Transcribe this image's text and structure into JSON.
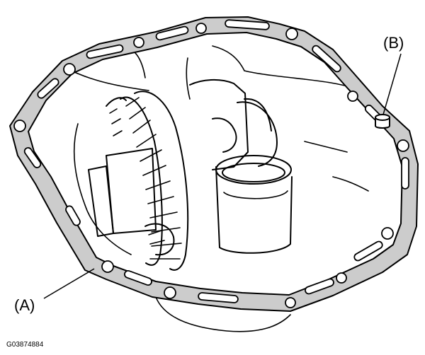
{
  "labels": {
    "callout_b": "(B)",
    "callout_a": "(A)",
    "figure_code": "G03874884"
  },
  "colors": {
    "gasket_fill": "#cccccc",
    "line": "#000000",
    "background": "#ffffff"
  }
}
